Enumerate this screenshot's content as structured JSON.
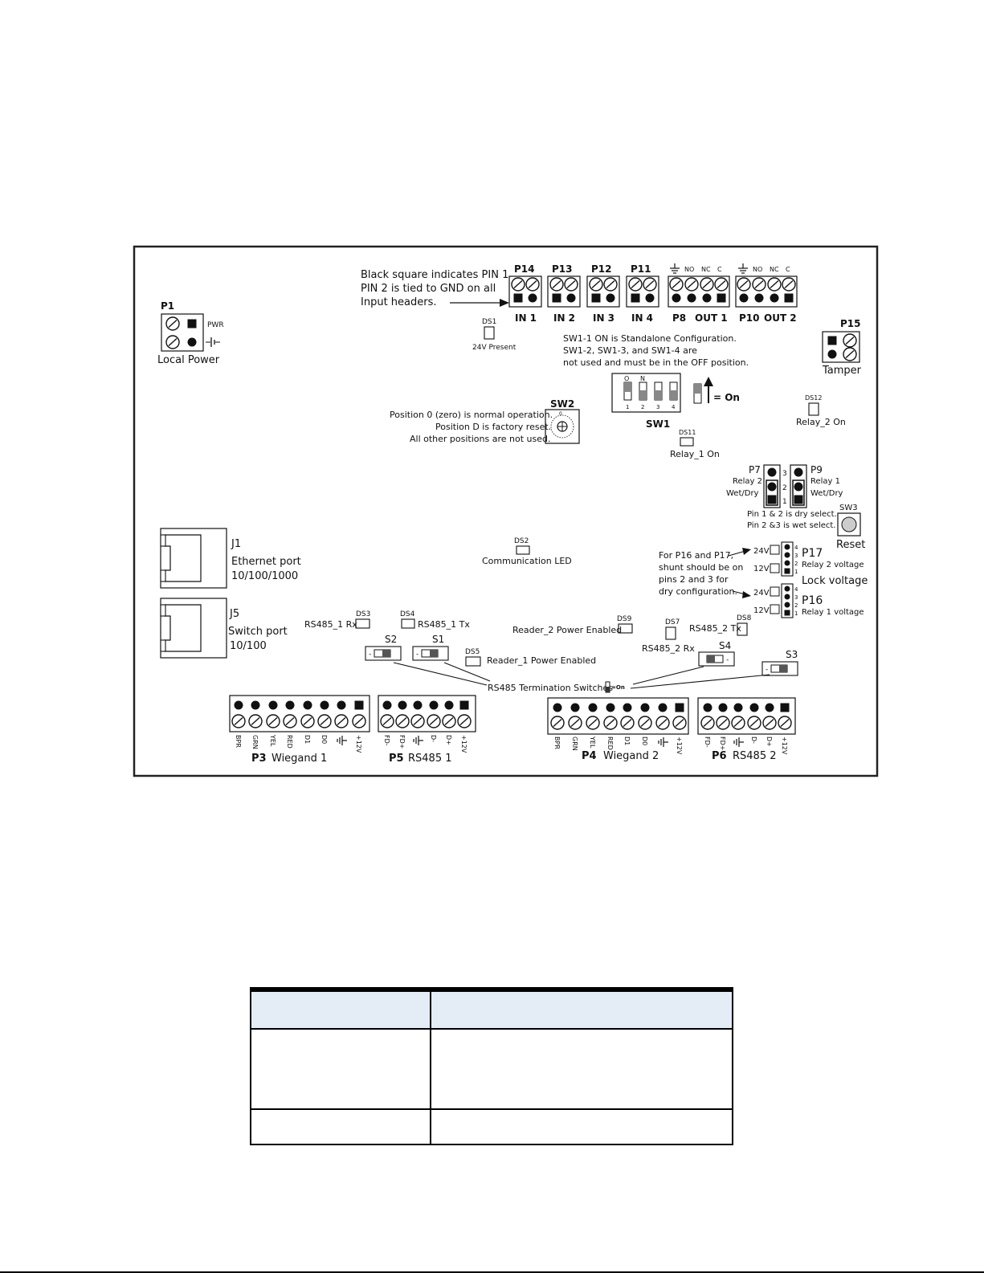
{
  "labels": {
    "note_pin1_l1": "Black square indicates PIN 1.",
    "note_pin1_l2": "PIN 2 is tied to GND on all",
    "note_pin1_l3": "Input headers.",
    "p1": "P1",
    "pwr": "PWR",
    "local_power": "Local Power",
    "ds1": "DS1",
    "ds1_desc": "24V Present",
    "p14": "P14",
    "p13": "P13",
    "p12": "P12",
    "p11": "P11",
    "in1": "IN 1",
    "in2": "IN 2",
    "in3": "IN 3",
    "in4": "IN 4",
    "no": "NO",
    "nc": "NC",
    "c": "C",
    "p8": "P8",
    "out1": "OUT 1",
    "p10": "P10",
    "out2": "OUT 2",
    "p15": "P15",
    "tamper": "Tamper",
    "sw1_note_l1": "SW1-1 ON is Standalone Configuration.",
    "sw1_note_l2": "SW1-2, SW1-3, and SW1-4 are",
    "sw1_note_l3": "not used and must be in the OFF position.",
    "sw1_o": "O",
    "sw1_n": "N",
    "sw1_1": "1",
    "sw1_2": "2",
    "sw1_3": "3",
    "sw1_4": "4",
    "sw1": "SW1",
    "eq_on": "= On",
    "ds12": "DS12",
    "relay2_on": "Relay_2 On",
    "ds11": "DS11",
    "relay1_on": "Relay_1 On",
    "sw2": "SW2",
    "sw2_note_l1": "Position 0 (zero) is normal operation.",
    "sw2_note_l2": "Position D is factory reset.",
    "sw2_note_l3": "All other positions are not used.",
    "p7": "P7",
    "relay2": "Relay 2",
    "wetdry": "Wet/Dry",
    "p9": "P9",
    "relay1": "Relay 1",
    "n3": "3",
    "n2": "2",
    "n1": "1",
    "n4": "4",
    "pin12_note": "Pin 1 & 2 is dry select.",
    "pin23_note": "Pin 2 &3 is wet select.",
    "sw3": "SW3",
    "reset": "Reset",
    "j1": "J1",
    "ethernet": "Ethernet port",
    "eth_speed": "10/100/1000",
    "ds2": "DS2",
    "comm_led": "Communication LED",
    "shunt_l1": "For P16 and P17,",
    "shunt_l2": "shunt should be on",
    "shunt_l3": "pins 2 and 3 for",
    "shunt_l4": "dry configuration.",
    "v24": "24V",
    "v12": "12V",
    "p17": "P17",
    "relay2_voltage": "Relay 2 voltage",
    "lock_voltage": "Lock voltage",
    "p16": "P16",
    "relay1_voltage": "Relay 1 voltage",
    "j5": "J5",
    "switch_port": "Switch port",
    "sw_speed": "10/100",
    "ds3": "DS3",
    "rs485_1_rx": "RS485_1 Rx",
    "ds4": "DS4",
    "rs485_1_tx": "RS485_1 Tx",
    "ds9": "DS9",
    "reader2_power": "Reader_2 Power Enabled",
    "ds7": "DS7",
    "rs485_2_rx": "RS485_2 Rx",
    "ds8": "DS8",
    "rs485_2_tx": "RS485_2 Tx",
    "s1": "S1",
    "s2": "S2",
    "s3": "S3",
    "s4": "S4",
    "ds5": "DS5",
    "reader1_power": "Reader_1 Power Enabled",
    "term_switches": "RS485 Termination Switches",
    "on_small": "=On",
    "p3": "P3",
    "wiegand1": "Wiegand 1",
    "p5": "P5",
    "rs485_1": "RS485 1",
    "p4": "P4",
    "wiegand2": "Wiegand 2",
    "p6": "P6",
    "rs485_2": "RS485 2",
    "w_bpr": "BPR",
    "w_grn": "GRN",
    "w_yel": "YEL",
    "w_red": "RED",
    "w_d1": "D1",
    "w_d0": "D0",
    "w_12v": "+12V",
    "r_fdm": "FD-",
    "r_fdp": "FD+",
    "r_dm": "D-",
    "r_dp": "D+"
  },
  "table": {
    "header": [
      "",
      ""
    ],
    "rows": [
      [
        "",
        ""
      ],
      [
        "",
        ""
      ]
    ]
  }
}
